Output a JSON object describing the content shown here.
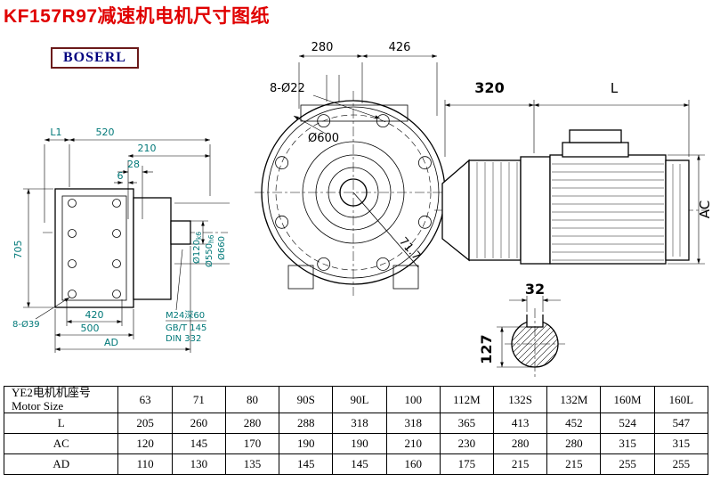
{
  "page": {
    "title": "KF157R97减速机电机尺寸图纸",
    "logo_text": "BOSERL"
  },
  "colors": {
    "title_red": "#e00000",
    "dim_teal": "#007878",
    "logo_blue": "#00007f",
    "logo_border": "#6b1a1a"
  },
  "front_view": {
    "dim_280": "280",
    "dim_426": "426",
    "bolt_holes_label": "8-Ø22",
    "flange_dia_label": "Ø600",
    "angle_label": "71.7"
  },
  "motor_view": {
    "dim_320": "320",
    "dim_L": "L",
    "dim_AC": "AC"
  },
  "side_view": {
    "dim_L1": "L1",
    "dim_520": "520",
    "dim_210": "210",
    "dim_28": "28",
    "dim_6": "6",
    "dim_705": "705",
    "bolt_holes_label": "8-Ø39",
    "dim_420": "420",
    "dim_500": "500",
    "dim_AD": "AD",
    "shaft_dia": "Ø120",
    "shaft_dia_tol": "k6",
    "spigot_dia": "Ø550",
    "spigot_dia_tol": "h6",
    "flange_dia": "Ø660",
    "note_tap": "M24深60",
    "note_std1": "GB/T 145",
    "note_std2": "DIN 332"
  },
  "shaft_section": {
    "dim_32": "32",
    "dim_127": "127"
  },
  "table": {
    "header_line1": "YE2电机机座号",
    "header_line2": "Motor Size",
    "columns": [
      "63",
      "71",
      "80",
      "90S",
      "90L",
      "100",
      "112M",
      "132S",
      "132M",
      "160M",
      "160L"
    ],
    "rows": [
      {
        "label": "L",
        "values": [
          "205",
          "260",
          "280",
          "288",
          "318",
          "318",
          "365",
          "413",
          "452",
          "524",
          "547"
        ]
      },
      {
        "label": "AC",
        "values": [
          "120",
          "145",
          "170",
          "190",
          "190",
          "210",
          "230",
          "280",
          "280",
          "315",
          "315"
        ]
      },
      {
        "label": "AD",
        "values": [
          "110",
          "130",
          "135",
          "145",
          "145",
          "160",
          "175",
          "215",
          "215",
          "255",
          "255"
        ]
      }
    ]
  }
}
